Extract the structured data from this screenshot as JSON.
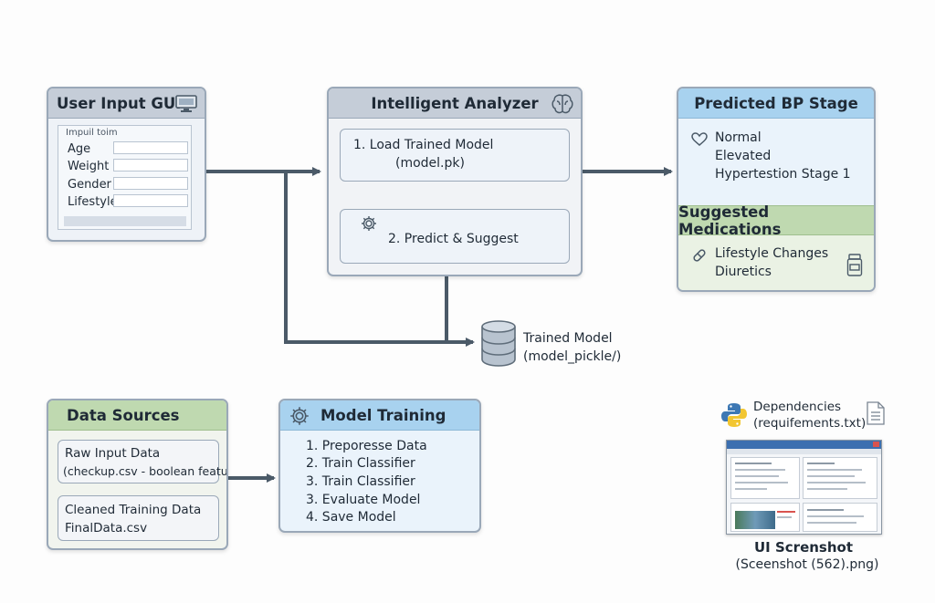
{
  "user_input": {
    "title": "User Input GUI",
    "form_title": "Impuil toim",
    "fields": [
      {
        "label": "Age"
      },
      {
        "label": "Weight"
      },
      {
        "label": "Gender"
      },
      {
        "label": "Lifestyle"
      }
    ]
  },
  "analyzer": {
    "title": "Intelligent Analyzer",
    "step1_line1": "1. Load Trained Model",
    "step1_line2": "(model.pk)",
    "step2": "2. Predict & Suggest"
  },
  "predicted": {
    "title": "Predicted BP Stage",
    "items": [
      "Normal",
      "Elevated",
      "Hypertestion Stage 1"
    ]
  },
  "medications": {
    "title": "Suggested Medications",
    "items": [
      "Lifestyle Changes",
      "Diuretics"
    ]
  },
  "trained_model": {
    "label": "Trained Model",
    "path": "(model_pickle/)"
  },
  "data_sources": {
    "title": "Data Sources",
    "raw_line1": "Raw Input Data",
    "raw_line2": "(checkup.csv - boolean features)",
    "clean_line1": "Cleaned Training Data",
    "clean_line2": "FinalData.csv"
  },
  "training": {
    "title": "Model Training",
    "steps": [
      "1. Preporesse Data",
      "2. Train Classifier",
      "3. Train Classifier",
      "3. Evaluate Model",
      "4. Save Model"
    ]
  },
  "dependencies": {
    "label": "Dependencies",
    "file": "(requifements.txt)"
  },
  "ui_screenshot": {
    "label": "UI Screnshot",
    "file": "(Sceenshot (562).png)"
  },
  "colors": {
    "header_gray": "#c5cdd8",
    "header_blue": "#a8d2ef",
    "header_green": "#bfd9b0",
    "arrow": "#4b5a68"
  }
}
